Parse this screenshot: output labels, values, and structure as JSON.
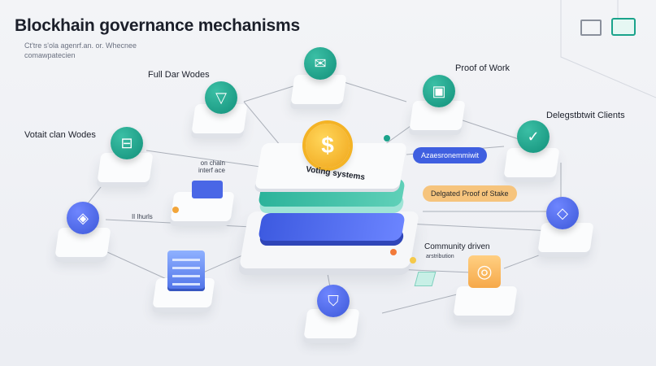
{
  "header": {
    "title": "Blockhain governance mechanisms",
    "subtitle": "Ct'tre s'ola agenrf.an. or. Whecnee\ncomawpatecien"
  },
  "labels": {
    "full_nodes": "Full Dar Wodes",
    "validator_nodes": "Votait clan Wodes",
    "proof_of_work": "Proof of Work",
    "delegated_clients": "Delegstbtwit Clients",
    "on_chain_interface": "on chain\ninterf ace",
    "voting_systems": "Voting systems",
    "pill_blue": "Azaesronemmiwit",
    "pill_orange": "Delgated Proof of Stake",
    "community_driven": "Community driven",
    "community_small": "arstribution",
    "left_small": "Il Ihurls"
  },
  "icons": {
    "top_right_1": "printer-icon",
    "top_right_2": "laptop-icon",
    "hub_coin": "dollar-coin-icon"
  },
  "colors": {
    "teal": "#12907a",
    "blue": "#3c58d8",
    "orange": "#f6a94a"
  }
}
